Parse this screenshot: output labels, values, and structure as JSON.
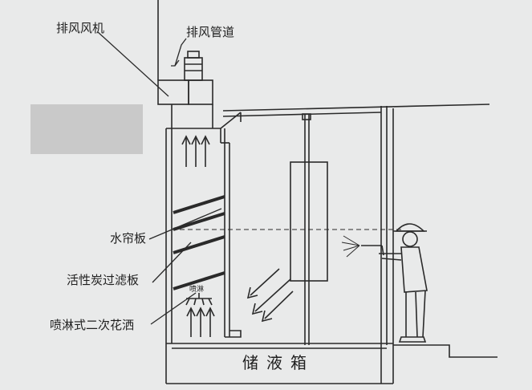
{
  "labels": {
    "exhaust_fan": "排风风机",
    "exhaust_duct": "排风管道",
    "water_curtain": "水帘板",
    "carbon_filter": "活性炭过滤板",
    "spray_shower": "喷淋式二次花洒",
    "tank": "储液箱",
    "nozzle_small": "喷淋"
  },
  "colors": {
    "line": "#2a2a2a",
    "paper": "#e9eaea",
    "redaction": "#c9c9c9"
  }
}
